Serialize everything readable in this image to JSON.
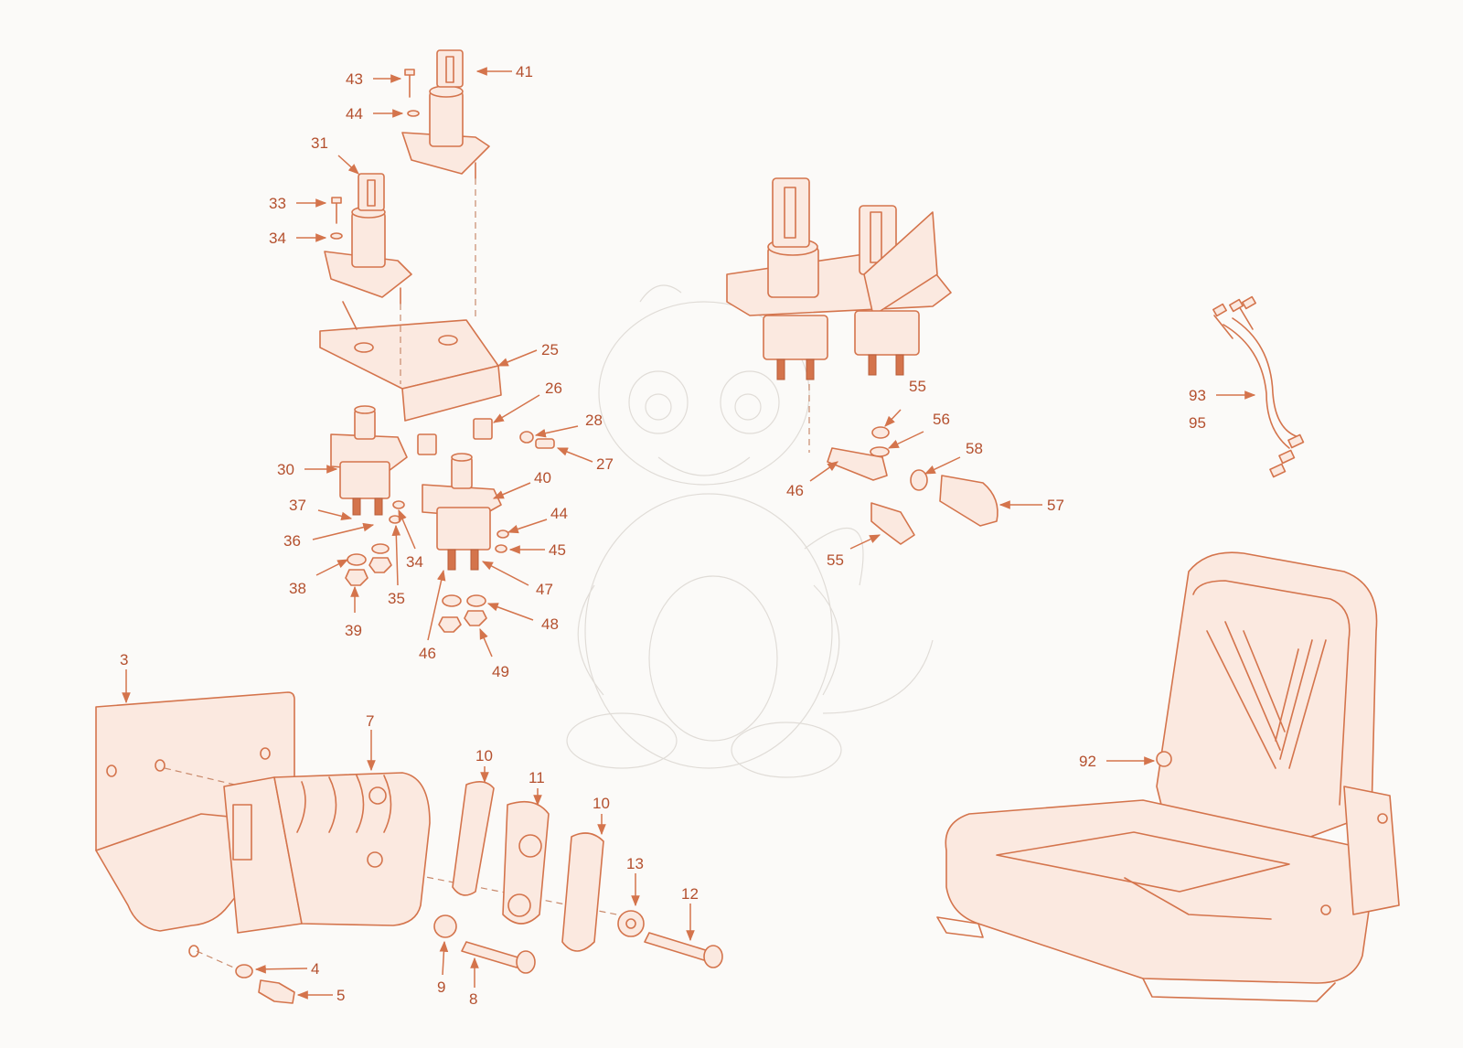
{
  "diagram": {
    "colors": {
      "line": "#d4744c",
      "label": "#b4502e",
      "background": "#fbfaf8",
      "watermark": "#d8d3cd"
    },
    "watermark": "cartoon-dragon",
    "callouts": [
      {
        "id": "c41",
        "text": "41"
      },
      {
        "id": "c43",
        "text": "43"
      },
      {
        "id": "c44a",
        "text": "44"
      },
      {
        "id": "c31",
        "text": "31"
      },
      {
        "id": "c33",
        "text": "33"
      },
      {
        "id": "c34a",
        "text": "34"
      },
      {
        "id": "c25",
        "text": "25"
      },
      {
        "id": "c26",
        "text": "26"
      },
      {
        "id": "c28",
        "text": "28"
      },
      {
        "id": "c27",
        "text": "27"
      },
      {
        "id": "c30",
        "text": "30"
      },
      {
        "id": "c37",
        "text": "37"
      },
      {
        "id": "c36",
        "text": "36"
      },
      {
        "id": "c34b",
        "text": "34"
      },
      {
        "id": "c35",
        "text": "35"
      },
      {
        "id": "c38",
        "text": "38"
      },
      {
        "id": "c39",
        "text": "39"
      },
      {
        "id": "c40",
        "text": "40"
      },
      {
        "id": "c44b",
        "text": "44"
      },
      {
        "id": "c45",
        "text": "45"
      },
      {
        "id": "c47",
        "text": "47"
      },
      {
        "id": "c48",
        "text": "48"
      },
      {
        "id": "c46a",
        "text": "46"
      },
      {
        "id": "c49",
        "text": "49"
      },
      {
        "id": "c55a",
        "text": "55"
      },
      {
        "id": "c56",
        "text": "56"
      },
      {
        "id": "c58",
        "text": "58"
      },
      {
        "id": "c46b",
        "text": "46"
      },
      {
        "id": "c57",
        "text": "57"
      },
      {
        "id": "c55b",
        "text": "55"
      },
      {
        "id": "c93",
        "text": "93"
      },
      {
        "id": "c95",
        "text": "95"
      },
      {
        "id": "c92",
        "text": "92"
      },
      {
        "id": "c3",
        "text": "3"
      },
      {
        "id": "c7",
        "text": "7"
      },
      {
        "id": "c10a",
        "text": "10"
      },
      {
        "id": "c11",
        "text": "11"
      },
      {
        "id": "c10b",
        "text": "10"
      },
      {
        "id": "c13",
        "text": "13"
      },
      {
        "id": "c12",
        "text": "12"
      },
      {
        "id": "c4",
        "text": "4"
      },
      {
        "id": "c5",
        "text": "5"
      },
      {
        "id": "c9",
        "text": "9"
      },
      {
        "id": "c8",
        "text": "8"
      }
    ]
  }
}
